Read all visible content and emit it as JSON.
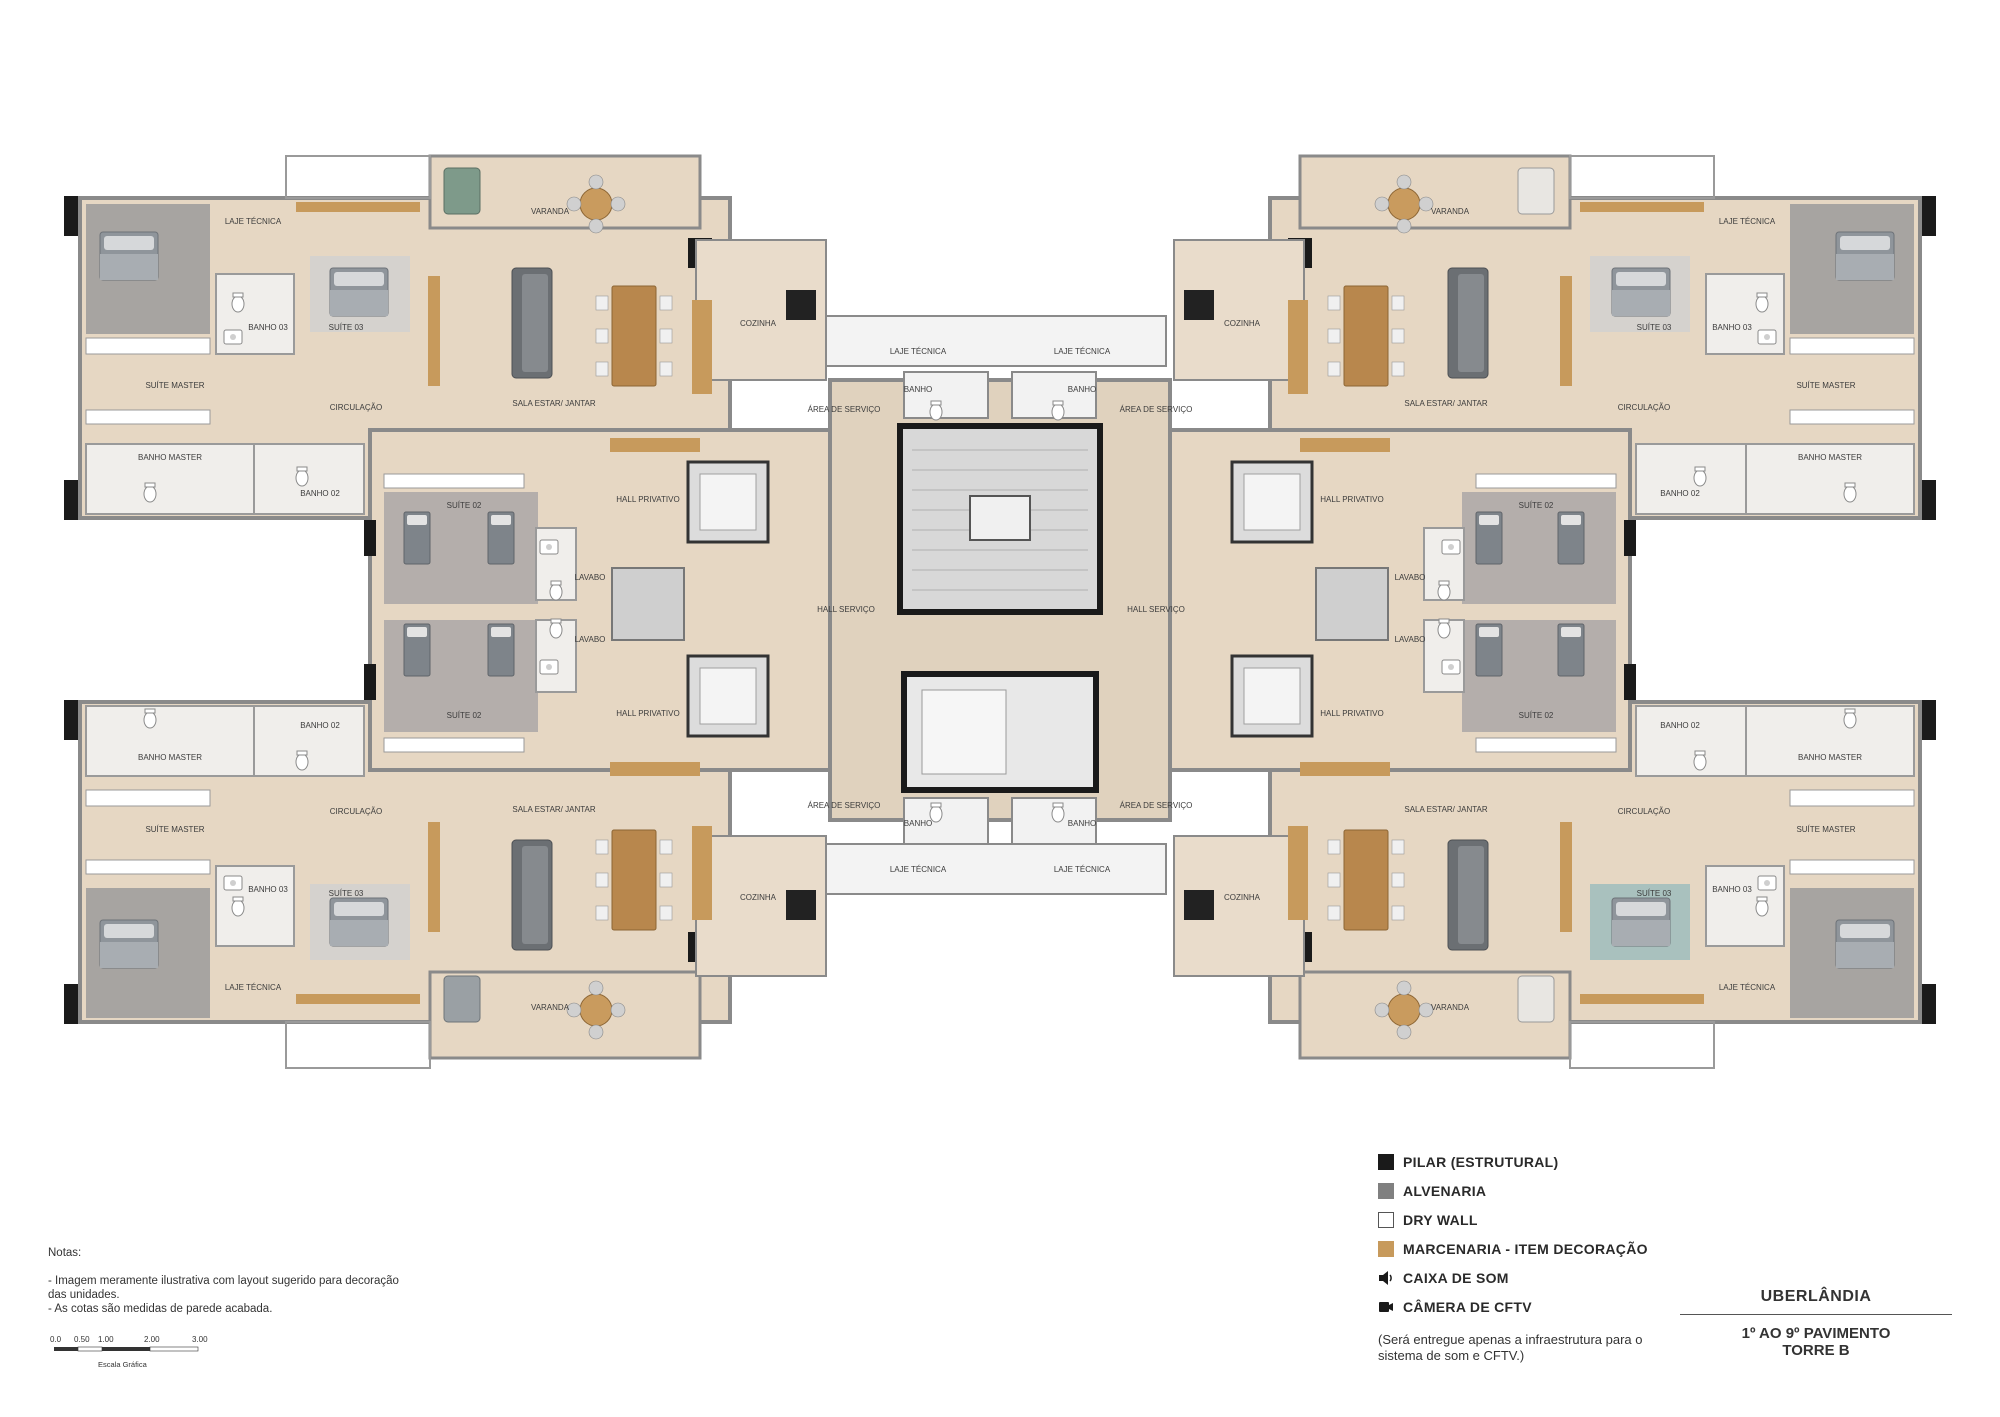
{
  "rooms": {
    "suite_master": "SUÍTE MASTER",
    "banho_master": "BANHO MASTER",
    "banho_02": "BANHO 02",
    "banho_03": "BANHO 03",
    "suite_02": "SUÍTE 02",
    "suite_03": "SUÍTE 03",
    "laje_tecnica": "LAJE TÉCNICA",
    "circulacao": "CIRCULAÇÃO",
    "sala": "SALA ESTAR/ JANTAR",
    "varanda": "VARANDA",
    "cozinha": "COZINHA",
    "area_servico": "ÁREA DE SERVIÇO",
    "hall_privativo": "HALL PRIVATIVO",
    "hall_servico": "HALL SERVIÇO",
    "lavabo": "LAVABO",
    "banho": "BANHO"
  },
  "legend": [
    {
      "label": "PILAR (ESTRUTURAL)",
      "color": "#1a1a1a",
      "icon": "pillar-swatch"
    },
    {
      "label": "ALVENARIA",
      "color": "#808080",
      "icon": "masonry-swatch"
    },
    {
      "label": "DRY WALL",
      "color": "#ffffff",
      "icon": "drywall-swatch"
    },
    {
      "label": "MARCENARIA - ITEM DECORAÇÃO",
      "color": "#c79a5c",
      "icon": "joinery-swatch"
    },
    {
      "label": "CAIXA DE SOM",
      "color": "#1a1a1a",
      "icon": "speaker-icon"
    },
    {
      "label": "CÂMERA DE CFTV",
      "color": "#1a1a1a",
      "icon": "camera-icon"
    }
  ],
  "legend_note": "(Será entregue apenas a infraestrutura para o sistema de som e CFTV.)",
  "notes": {
    "title": "Notas:",
    "lines": [
      "- Imagem meramente ilustrativa com layout sugerido para decoração das unidades.",
      "- As cotas são medidas de parede acabada."
    ]
  },
  "scale": {
    "ticks": [
      "0.0",
      "0.50",
      "1.00",
      "2.00",
      "3.00"
    ],
    "label": "Escala Gráfica"
  },
  "title_block": {
    "city": "UBERLÂNDIA",
    "floor": "1º AO 9º PAVIMENTO",
    "tower": "TORRE B"
  },
  "colors": {
    "floor": "#e6d7c3",
    "wall": "#8a8a8a",
    "core": "#d9d9d9",
    "joinery": "#c79a5c",
    "bed": "#8f959b",
    "bath": "#f2f2f2",
    "wood_floor": "#d8c3a4"
  }
}
